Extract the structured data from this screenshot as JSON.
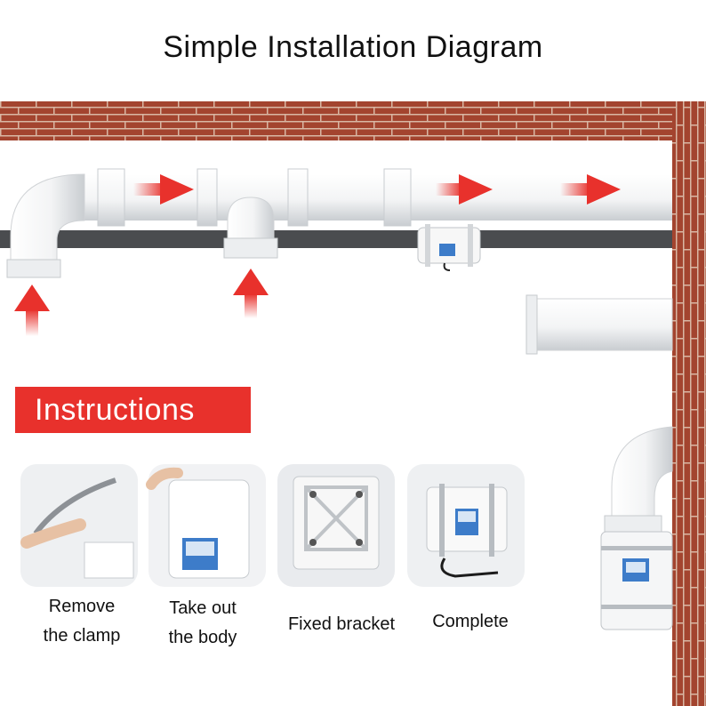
{
  "title": "Simple Installation Diagram",
  "instructions_label": "Instructions",
  "steps": [
    {
      "label_line1": "Remove",
      "label_line2": "the clamp"
    },
    {
      "label_line1": "Take out",
      "label_line2": "the body"
    },
    {
      "label_line1": "Fixed bracket",
      "label_line2": ""
    },
    {
      "label_line1": "Complete",
      "label_line2": ""
    }
  ],
  "colors": {
    "brick": "#a3442f",
    "mortar": "#d9b7a4",
    "pipe": "#f4f5f6",
    "arrow": "#e8312c",
    "rail": "#4a4c4f",
    "banner": "#e8312c"
  },
  "icons": [
    "arrow-right-icon",
    "arrow-up-icon",
    "inline-fan-icon",
    "clamp-icon",
    "bracket-icon",
    "power-cord-icon"
  ]
}
